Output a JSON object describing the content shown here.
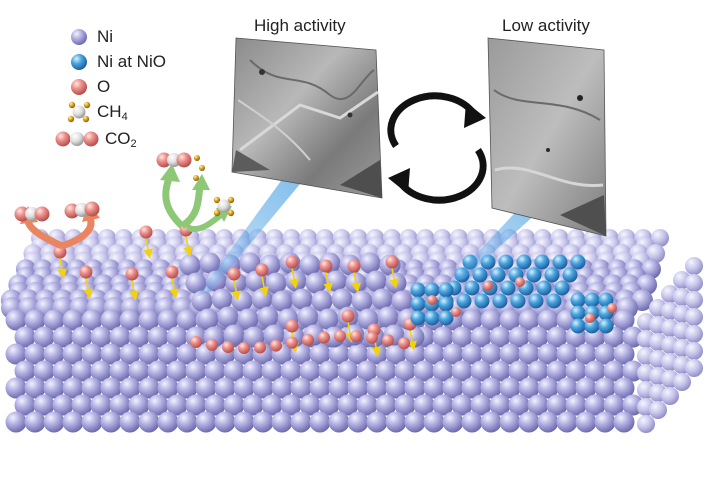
{
  "legend": {
    "items": [
      {
        "key": "ni",
        "label": "Ni",
        "sub": "",
        "color": "#a9a8dc"
      },
      {
        "key": "ni-nio",
        "label": "Ni at NiO",
        "sub": "",
        "color": "#3d9ad8"
      },
      {
        "key": "o",
        "label": "O",
        "sub": "",
        "color": "#e98a86"
      },
      {
        "key": "ch4",
        "label": "CH",
        "sub": "4",
        "color": "#d6a21f"
      },
      {
        "key": "co2",
        "label": "CO",
        "sub": "2",
        "color": "#e98a86"
      }
    ]
  },
  "panels": {
    "high": {
      "title": "High activity"
    },
    "low": {
      "title": "Low activity"
    }
  },
  "colors": {
    "ni": "#a9a8dc",
    "ni_nio": "#3d9ad8",
    "oxygen": "#e98a86",
    "hydrogen": "#d6a21f",
    "carbon": "#dcdcdc",
    "beam": "#5aa9e6",
    "arrow_yellow": "#f2d20a",
    "arrow_orange": "#e98560",
    "arrow_green": "#8cc876"
  },
  "icons": [
    "reversible-cycle-arrows-icon"
  ]
}
